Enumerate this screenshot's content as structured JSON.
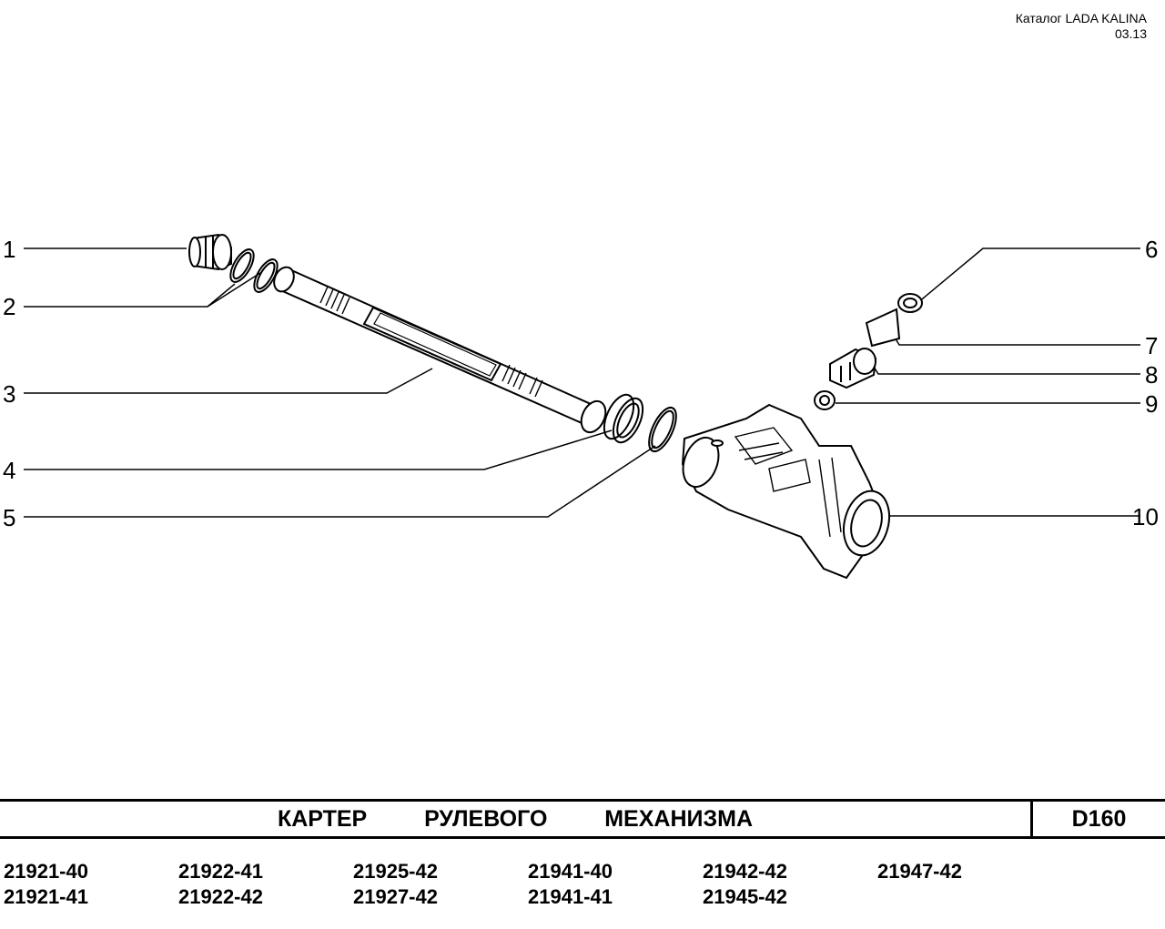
{
  "header": {
    "catalog": "Каталог LADA KALINA",
    "date": "03.13"
  },
  "callouts": [
    "1",
    "2",
    "3",
    "4",
    "5",
    "6",
    "7",
    "8",
    "9",
    "10"
  ],
  "title": "КАРТЕР   РУЛЕВОГО   МЕХАНИЗМА",
  "page_code": "D160",
  "models": [
    [
      "21921-40",
      "21921-41"
    ],
    [
      "21922-41",
      "21922-42"
    ],
    [
      "21925-42",
      "21927-42"
    ],
    [
      "21941-40",
      "21941-41"
    ],
    [
      "21942-42",
      "21945-42"
    ],
    [
      "21947-42"
    ]
  ]
}
